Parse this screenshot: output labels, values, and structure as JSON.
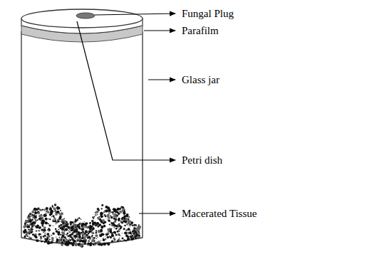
{
  "diagram": {
    "labels": [
      "Fungal Plug",
      "Parafilm",
      "Glass jar",
      "Petri dish",
      "Macerated Tissue"
    ]
  }
}
